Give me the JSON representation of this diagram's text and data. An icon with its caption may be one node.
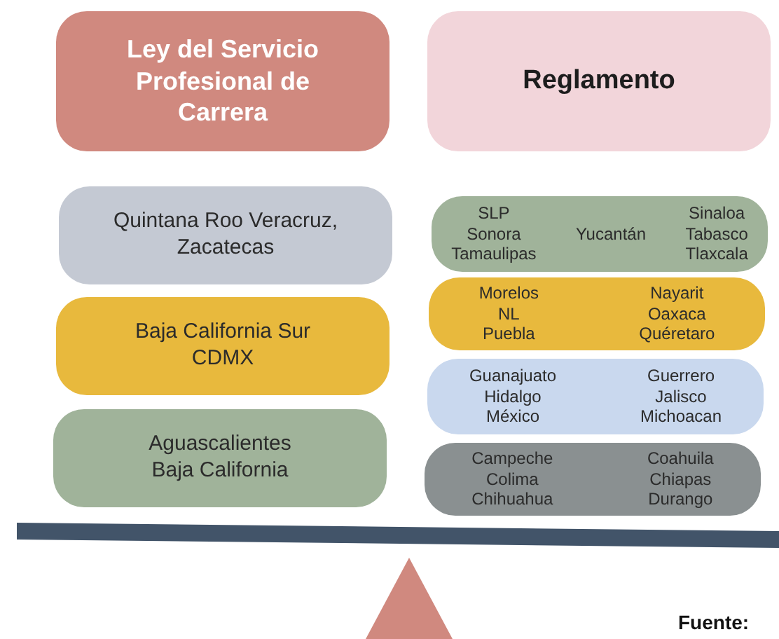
{
  "diagram": {
    "nodes": [
      {
        "text": [
          "Ley del Servicio Profesional de Carrera"
        ]
      },
      {
        "text": [
          "Reglamento"
        ]
      },
      {
        "text": [
          "Quintana Roo Veracruz, Zacatecas"
        ]
      },
      {
        "text": [
          "Baja California Sur CDMX"
        ]
      },
      {
        "text": [
          "Aguascalientes Baja California"
        ]
      },
      {
        "text": [
          "SLP Sonora Tamaulipas",
          "Yucantán",
          "Sinaloa Tabasco Tlaxcala"
        ]
      },
      {
        "text": [
          "Morelos NL Puebla",
          "Nayarit Oaxaca Quéretaro"
        ]
      },
      {
        "text": [
          "Guanajuato Hidalgo México",
          "Guerrero Jalisco Michoacan"
        ]
      },
      {
        "text": [
          "Campeche Colima Chihuahua",
          "Coahuila Chiapas Durango"
        ]
      }
    ],
    "edges": [],
    "labels": [
      "Fuente:"
    ]
  }
}
